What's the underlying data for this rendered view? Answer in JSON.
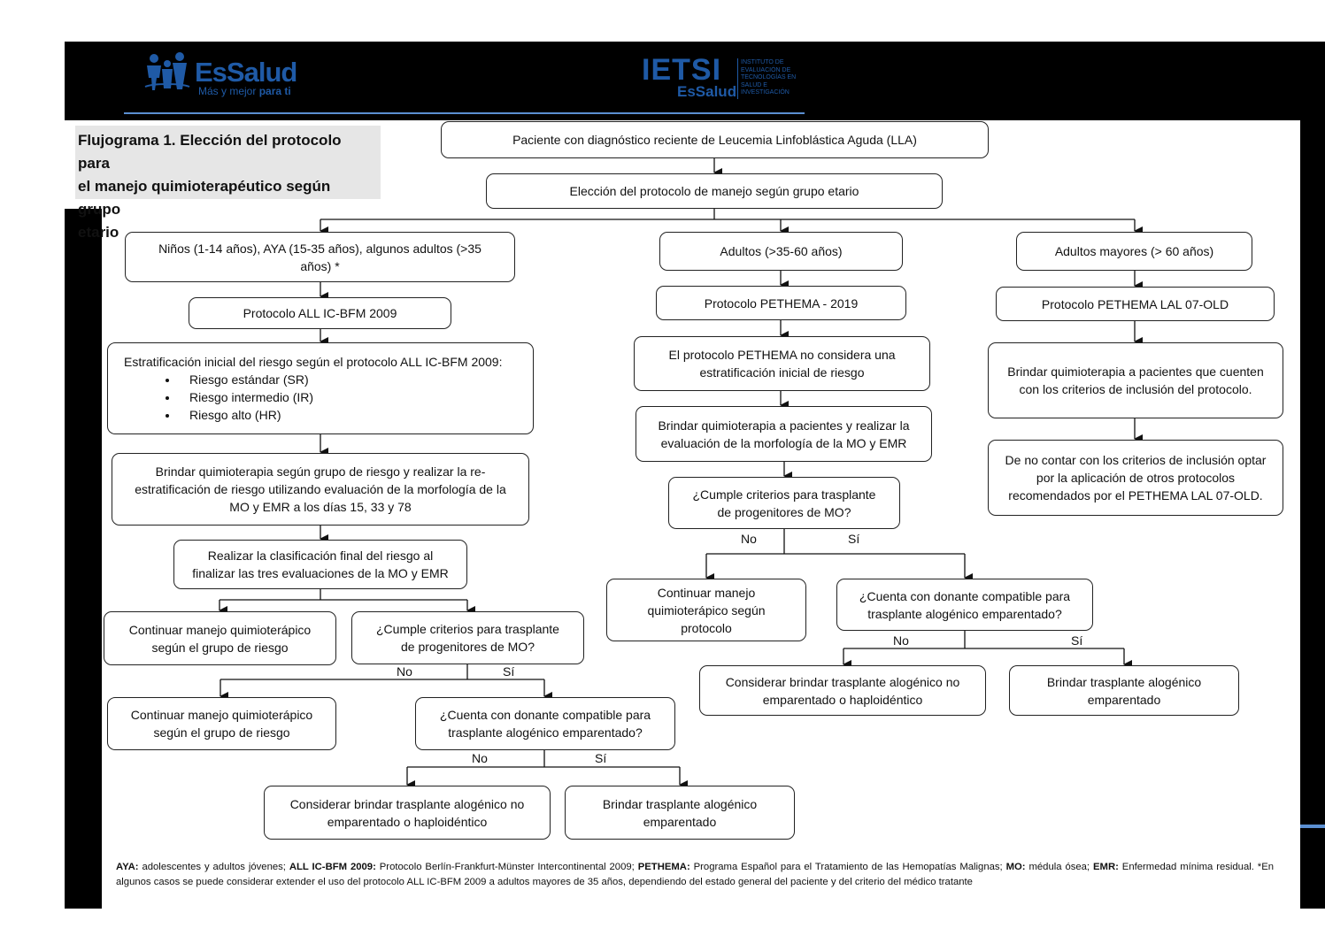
{
  "header": {
    "logo_left_name": "EsSalud",
    "logo_left_tagline_a": "Más y mejor ",
    "logo_left_tagline_b": "para ti",
    "logo_right_name": "IETSI",
    "logo_right_sub": "EsSalud",
    "logo_right_desc": [
      "INSTITUTO DE",
      "EVALUACIÓN DE",
      "TECNOLOGÍAS EN",
      "SALUD E",
      "INVESTIGACIÓN"
    ]
  },
  "title": [
    "Flujograma 1. Elección del protocolo para",
    "el manejo quimioterapéutico según grupo",
    "etario"
  ],
  "nodes": {
    "root": "Paciente con diagnóstico reciente de Leucemia Linfoblástica Aguda (LLA)",
    "choice": "Elección del protocolo de manejo según grupo etario",
    "c1": "Niños (1-14 años), AYA (15-35 años), algunos adultos (>35 años) *",
    "c1_protocol": "Protocolo ALL IC-BFM 2009",
    "c1_strat": "Estratificación inicial del riesgo según el protocolo ALL IC-BFM 2009:",
    "c1_strat_items": [
      "Riesgo estándar (SR)",
      "Riesgo intermedio (IR)",
      "Riesgo alto (HR)"
    ],
    "c1_chemo": "Brindar quimioterapia según grupo de riesgo y realizar la re-estratificación de riesgo utilizando evaluación de la morfología de la MO y EMR a los días 15, 33 y 78",
    "c1_final": "Realizar la clasificación final del riesgo al finalizar las tres evaluaciones de la MO y EMR",
    "c1_cont1": "Continuar manejo quimioterápico según el grupo de riesgo",
    "c1_q1": "¿Cumple criterios para trasplante de progenitores de MO?",
    "c1_cont2": "Continuar manejo quimioterápico según el grupo de riesgo",
    "c1_q2": "¿Cuenta con donante compatible para trasplante alogénico emparentado?",
    "c1_unrel": "Considerar brindar trasplante alogénico no emparentado o haploidéntico",
    "c1_rel": "Brindar trasplante alogénico emparentado",
    "c2": "Adultos (>35-60 años)",
    "c2_protocol": "Protocolo PETHEMA - 2019",
    "c2_nostrat": "El protocolo PETHEMA no considera una estratificación inicial de riesgo",
    "c2_chemo": "Brindar quimioterapia a pacientes y realizar la evaluación de la morfología de la MO y EMR",
    "c2_q1": "¿Cumple criterios para trasplante de progenitores de MO?",
    "c2_cont": "Continuar manejo quimioterápico según protocolo",
    "c2_q2": "¿Cuenta con donante compatible para trasplante alogénico emparentado?",
    "c2_unrel": "Considerar brindar trasplante alogénico no emparentado o haploidéntico",
    "c2_rel": "Brindar trasplante alogénico emparentado",
    "c3": "Adultos mayores (> 60 años)",
    "c3_protocol": "Protocolo PETHEMA LAL 07-OLD",
    "c3_chemo": "Brindar quimioterapia a pacientes que cuenten con los criterios de inclusión del protocolo.",
    "c3_other": "De no contar con los criterios de inclusión optar por la aplicación de otros protocolos recomendados por el PETHEMA LAL 07-OLD."
  },
  "labels": {
    "no": "No",
    "yes": "Sí"
  },
  "footnote": [
    {
      "b": "AYA:",
      "t": " adolescentes y adultos jóvenes; "
    },
    {
      "b": "ALL IC-BFM 2009:",
      "t": " Protocolo Berlín-Frankfurt-Münster Intercontinental 2009; "
    },
    {
      "b": "PETHEMA:",
      "t": " Programa Español para el Tratamiento de las Hemopatías Malignas; "
    },
    {
      "b": "MO:",
      "t": " médula ósea; "
    },
    {
      "b": "EMR:",
      "t": " Enfermedad mínima residual. *En algunos casos se puede considerar extender el uso del protocolo ALL IC-BFM 2009 a adultos mayores de 35 años, dependiendo del estado general del paciente y del criterio del médico tratante"
    }
  ],
  "colors": {
    "brand_blue": "#1f5aa6",
    "accent_line": "#5b8fd1",
    "title_bg": "#e6e6e6"
  }
}
